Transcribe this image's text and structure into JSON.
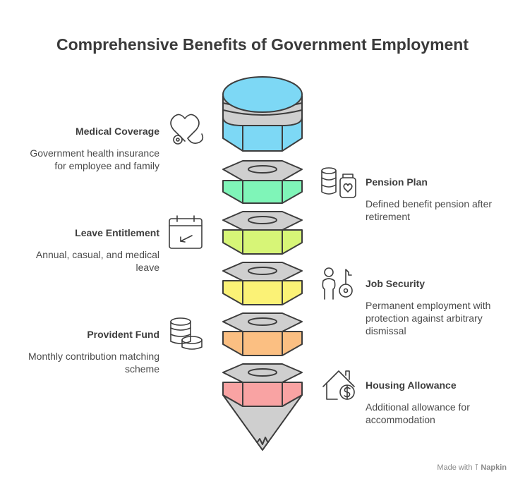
{
  "title": "Comprehensive Benefits of Government Employment",
  "items": [
    {
      "heading": "Medical Coverage",
      "text": "Government health insurance for employee and family",
      "icon": "heart-stethoscope-icon",
      "color": "#7dd8f5"
    },
    {
      "heading": "Pension Plan",
      "text": "Defined benefit pension after retirement",
      "icon": "coins-jar-icon",
      "color": "#7ff5b8"
    },
    {
      "heading": "Leave Entitlement",
      "text": "Annual, casual, and medical leave",
      "icon": "calendar-icon",
      "color": "#d7f577"
    },
    {
      "heading": "Job Security",
      "text": "Permanent employment with protection against arbitrary dismissal",
      "icon": "person-key-icon",
      "color": "#fbf276"
    },
    {
      "heading": "Provident Fund",
      "text": "Monthly contribution matching scheme",
      "icon": "coin-stack-icon",
      "color": "#fbbf82"
    },
    {
      "heading": "Housing Allowance",
      "text": "Additional allowance for accommodation",
      "icon": "house-dollar-icon",
      "color": "#f9a3a3"
    }
  ],
  "footer": {
    "made_with": "Made with",
    "brand": "Napkin"
  }
}
